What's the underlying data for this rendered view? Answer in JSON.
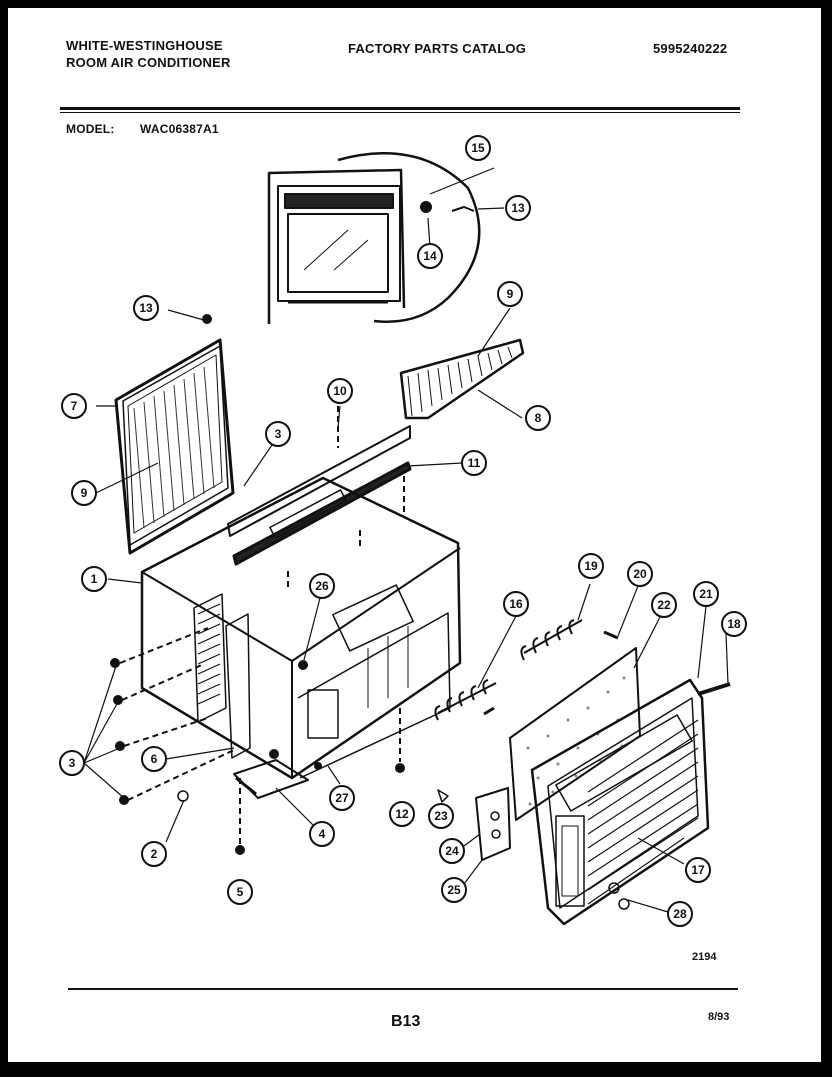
{
  "header": {
    "brand_line1": "WHITE-WESTINGHOUSE",
    "brand_line2": "ROOM AIR CONDITIONER",
    "catalog_title": "FACTORY PARTS CATALOG",
    "catalog_number": "5995240222",
    "model_label": "MODEL:",
    "model_value": "WAC06387A1"
  },
  "callouts": [
    {
      "id": "c15",
      "label": "15"
    },
    {
      "id": "c13a",
      "label": "13"
    },
    {
      "id": "c14",
      "label": "14"
    },
    {
      "id": "c13b",
      "label": "13"
    },
    {
      "id": "c9a",
      "label": "9"
    },
    {
      "id": "c7",
      "label": "7"
    },
    {
      "id": "c10",
      "label": "10"
    },
    {
      "id": "c8",
      "label": "8"
    },
    {
      "id": "c3a",
      "label": "3"
    },
    {
      "id": "c11",
      "label": "11"
    },
    {
      "id": "c9b",
      "label": "9"
    },
    {
      "id": "c1",
      "label": "1"
    },
    {
      "id": "c26",
      "label": "26"
    },
    {
      "id": "c19",
      "label": "19"
    },
    {
      "id": "c20",
      "label": "20"
    },
    {
      "id": "c16",
      "label": "16"
    },
    {
      "id": "c22",
      "label": "22"
    },
    {
      "id": "c21",
      "label": "21"
    },
    {
      "id": "c18",
      "label": "18"
    },
    {
      "id": "c3b",
      "label": "3"
    },
    {
      "id": "c6a",
      "label": "6"
    },
    {
      "id": "c27",
      "label": "27"
    },
    {
      "id": "c12",
      "label": "12"
    },
    {
      "id": "c23",
      "label": "23"
    },
    {
      "id": "c4",
      "label": "4"
    },
    {
      "id": "c2",
      "label": "2"
    },
    {
      "id": "c24",
      "label": "24"
    },
    {
      "id": "c17",
      "label": "17"
    },
    {
      "id": "c5",
      "label": "5"
    },
    {
      "id": "c25",
      "label": "25"
    },
    {
      "id": "c28",
      "label": "28"
    }
  ],
  "footer": {
    "figure_number": "2194",
    "page_number": "B13",
    "date_code": "8/93"
  }
}
